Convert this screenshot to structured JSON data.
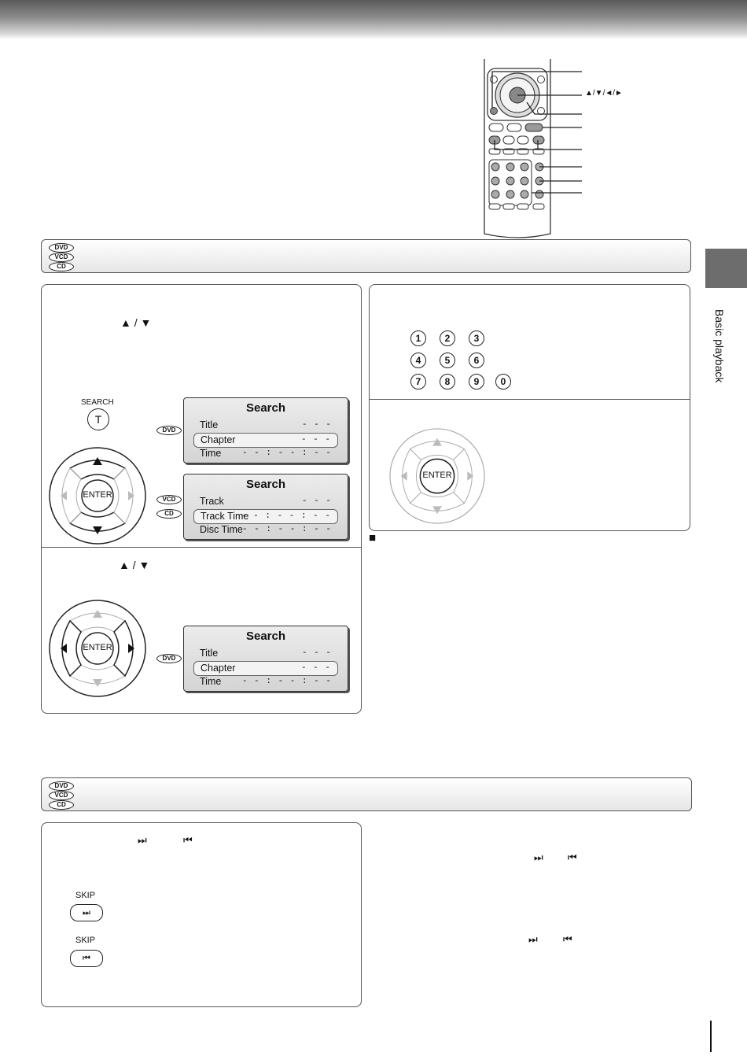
{
  "remote": {
    "arrow_label": "▲/▼/◄/►"
  },
  "disc_bar": {
    "badges": [
      "DVD",
      "VCD",
      "CD"
    ]
  },
  "side_tab": {
    "label": "Basic playback"
  },
  "step1": {
    "arrows_hint": "▲ / ▼",
    "search_button_label": "SEARCH",
    "search_button_key": "T",
    "enter_label": "ENTER",
    "dvd_badge": "DVD",
    "vcd_badge": "VCD",
    "cd_badge": "CD",
    "dvd_screen": {
      "title": "Search",
      "rows": [
        {
          "label": "Title",
          "value": "- - -"
        },
        {
          "label": "Chapter",
          "value": "- - -"
        },
        {
          "label": "Time",
          "value": "- - : - - : - -"
        }
      ]
    },
    "vcd_screen": {
      "title": "Search",
      "rows": [
        {
          "label": "Track",
          "value": "- - -"
        },
        {
          "label": "Track Time",
          "value": "- - : - - : - -"
        },
        {
          "label": "Disc Time",
          "value": "- - : - - : - -"
        }
      ]
    }
  },
  "step2": {
    "arrows_hint": "▲ / ▼",
    "enter_label": "ENTER",
    "dvd_badge": "DVD",
    "screen": {
      "title": "Search",
      "rows": [
        {
          "label": "Title",
          "value": "- - -"
        },
        {
          "label": "Chapter",
          "value": "- - -"
        },
        {
          "label": "Time",
          "value": "- - : - - : - -"
        }
      ]
    }
  },
  "number_panel": {
    "keys": [
      "1",
      "2",
      "3",
      "4",
      "5",
      "6",
      "7",
      "8",
      "9",
      "0"
    ],
    "enter_label": "ENTER"
  },
  "note_marker": "■",
  "skip_panel": {
    "hint_icons": [
      "⏭",
      "⏮"
    ],
    "skip_next_label": "SKIP",
    "skip_prev_label": "SKIP"
  },
  "skip_right": {
    "icons1": [
      "⏭",
      "⏮"
    ],
    "icons2": [
      "⏭",
      "⏮"
    ]
  }
}
